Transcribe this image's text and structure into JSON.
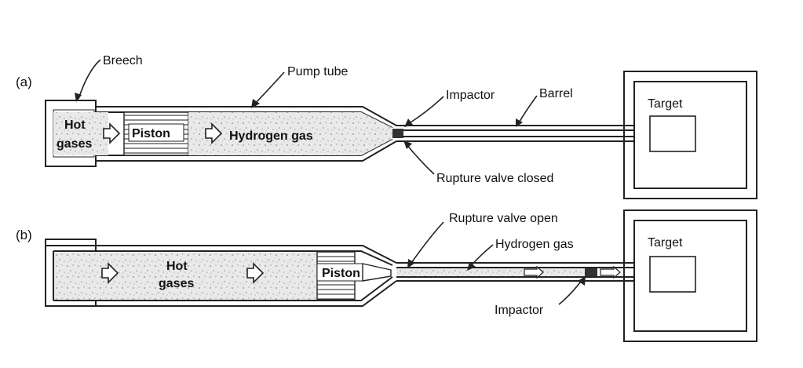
{
  "panels": {
    "a": "(a)",
    "b": "(b)"
  },
  "labels_a": {
    "breech": "Breech",
    "pump_tube": "Pump tube",
    "impactor": "Impactor",
    "barrel": "Barrel",
    "target": "Target",
    "hot_gases_1": "Hot",
    "hot_gases_2": "gases",
    "piston": "Piston",
    "hydrogen_gas": "Hydrogen gas",
    "rupture_valve_closed": "Rupture valve closed"
  },
  "labels_b": {
    "rupture_valve_open": "Rupture valve open",
    "hydrogen_gas": "Hydrogen gas",
    "target": "Target",
    "hot_1": "Hot",
    "hot_2": "gases",
    "piston": "Piston",
    "impactor": "Impactor"
  }
}
